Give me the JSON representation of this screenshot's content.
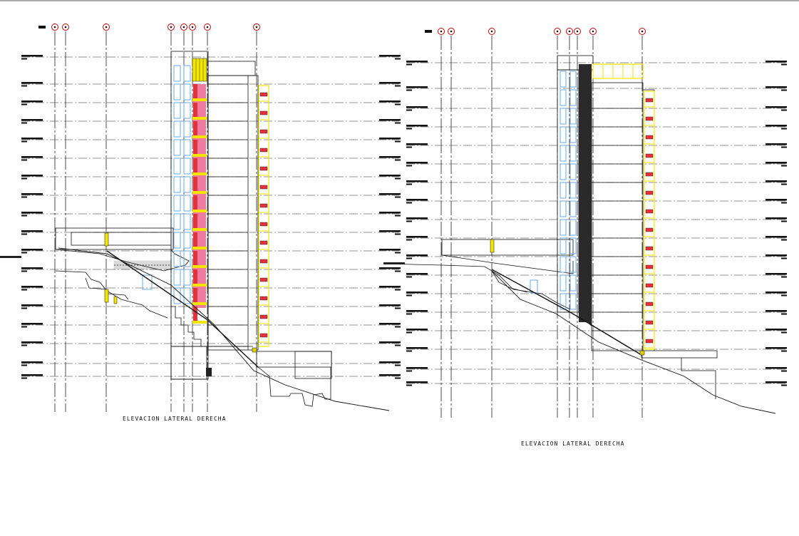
{
  "drawing": {
    "captions": {
      "left": "ELEVACION LATERAL DERECHA",
      "right": "ELEVACION LATERAL DERECHA"
    },
    "colors": {
      "line": "#111111",
      "grid_line": "#222222",
      "axis_bubble": "#cc0000",
      "window_blue": "#6aa8e8",
      "panel_yellow": "#f2e600",
      "panel_red": "#e8303a",
      "panel_pink": "#f07aa0",
      "dark_core": "#2a2a2a"
    },
    "views": [
      {
        "id": "left-elevation",
        "floors": 18
      },
      {
        "id": "right-elevation",
        "floors": 17
      }
    ]
  }
}
